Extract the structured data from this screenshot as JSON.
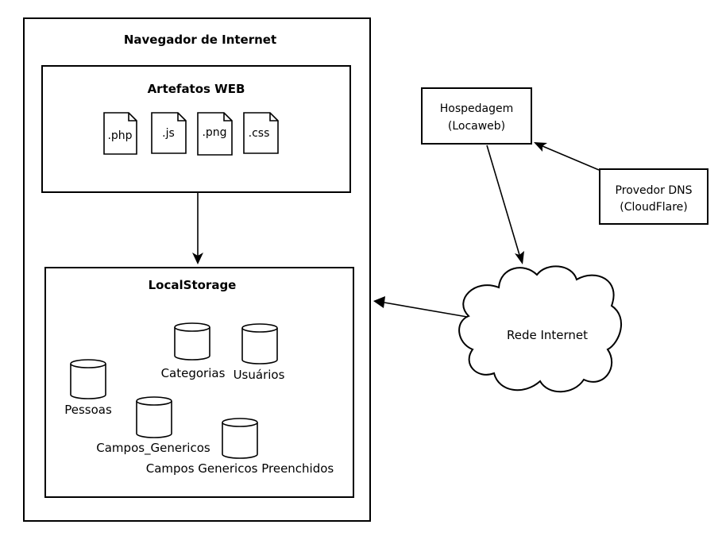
{
  "browser": {
    "title": "Navegador de Internet",
    "artifacts": {
      "title": "Artefatos WEB",
      "files": [
        ".php",
        ".js",
        ".png",
        ".css"
      ]
    },
    "local_storage": {
      "title": "LocalStorage",
      "stores": [
        "Categorias",
        "Usuários",
        "Pessoas",
        "Campos_Genericos",
        "Campos Genericos Preenchidos"
      ]
    }
  },
  "hosting": {
    "line1": "Hospedagem",
    "line2": "(Locaweb)"
  },
  "dns": {
    "line1": "Provedor DNS",
    "line2": "(CloudFlare)"
  },
  "internet": {
    "label": "Rede Internet"
  }
}
